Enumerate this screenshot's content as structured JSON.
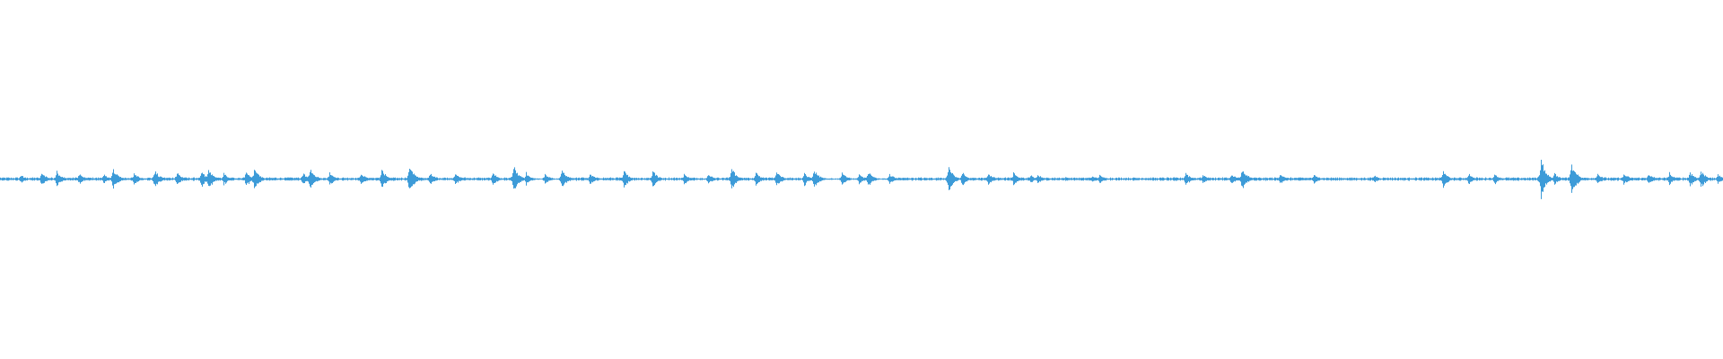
{
  "waveform": {
    "wave_color": "#3d9bd8",
    "background_color": "#ffffff",
    "duration_fraction_visible": 1.0,
    "peaks": [
      [
        0.012,
        0.35
      ],
      [
        0.024,
        0.55
      ],
      [
        0.033,
        0.7
      ],
      [
        0.046,
        0.45
      ],
      [
        0.06,
        0.4
      ],
      [
        0.066,
        0.9
      ],
      [
        0.078,
        0.55
      ],
      [
        0.09,
        0.75
      ],
      [
        0.103,
        0.6
      ],
      [
        0.117,
        0.7
      ],
      [
        0.121,
        0.9
      ],
      [
        0.13,
        0.5
      ],
      [
        0.143,
        0.65
      ],
      [
        0.148,
        0.9
      ],
      [
        0.176,
        0.5
      ],
      [
        0.18,
        1.0
      ],
      [
        0.192,
        0.55
      ],
      [
        0.21,
        0.5
      ],
      [
        0.222,
        0.8
      ],
      [
        0.238,
        1.2
      ],
      [
        0.25,
        0.55
      ],
      [
        0.265,
        0.55
      ],
      [
        0.287,
        0.5
      ],
      [
        0.299,
        1.15
      ],
      [
        0.306,
        0.55
      ],
      [
        0.317,
        0.45
      ],
      [
        0.327,
        0.8
      ],
      [
        0.343,
        0.5
      ],
      [
        0.363,
        0.7
      ],
      [
        0.38,
        0.75
      ],
      [
        0.398,
        0.45
      ],
      [
        0.412,
        0.45
      ],
      [
        0.426,
        0.9
      ],
      [
        0.44,
        0.6
      ],
      [
        0.452,
        0.7
      ],
      [
        0.468,
        0.55
      ],
      [
        0.474,
        0.8
      ],
      [
        0.49,
        0.55
      ],
      [
        0.5,
        0.45
      ],
      [
        0.505,
        0.6
      ],
      [
        0.518,
        0.45
      ],
      [
        0.552,
        1.05
      ],
      [
        0.56,
        0.55
      ],
      [
        0.575,
        0.5
      ],
      [
        0.59,
        0.55
      ],
      [
        0.6,
        0.35
      ],
      [
        0.604,
        0.4
      ],
      [
        0.62,
        0.2
      ],
      [
        0.636,
        0.25
      ],
      [
        0.64,
        0.4
      ],
      [
        0.69,
        0.55
      ],
      [
        0.7,
        0.45
      ],
      [
        0.717,
        0.5
      ],
      [
        0.723,
        0.9
      ],
      [
        0.745,
        0.4
      ],
      [
        0.765,
        0.4
      ],
      [
        0.8,
        0.35
      ],
      [
        0.84,
        0.65
      ],
      [
        0.855,
        0.45
      ],
      [
        0.87,
        0.45
      ],
      [
        0.897,
        1.6
      ],
      [
        0.905,
        0.5
      ],
      [
        0.915,
        1.4
      ],
      [
        0.93,
        0.45
      ],
      [
        0.945,
        0.55
      ],
      [
        0.96,
        0.5
      ],
      [
        0.972,
        0.5
      ],
      [
        0.984,
        0.6
      ],
      [
        0.99,
        0.8
      ],
      [
        1.0,
        0.4
      ]
    ]
  }
}
